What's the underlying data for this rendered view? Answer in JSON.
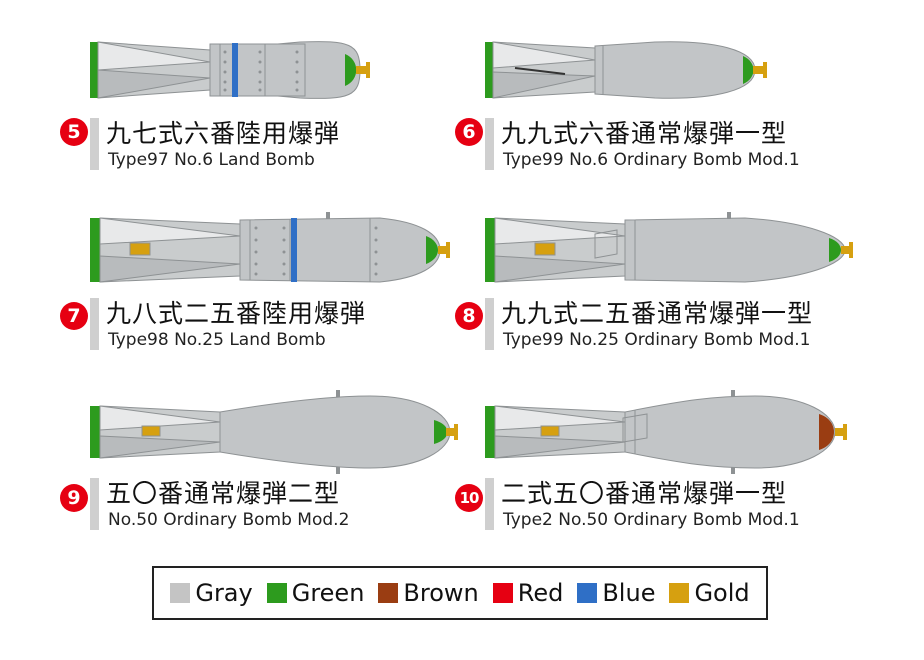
{
  "colors": {
    "gray": "#bfc2c4",
    "gray_dark": "#8e9294",
    "green": "#2d9b1e",
    "brown": "#9a3d12",
    "red": "#e60012",
    "blue": "#2f6fc6",
    "gold": "#d6a010"
  },
  "items": [
    {
      "number": "5",
      "jp": "九七式六番陸用爆弾",
      "en": "Type97 No.6 Land Bomb",
      "nose": "green",
      "band": "blue"
    },
    {
      "number": "6",
      "jp": "九九式六番通常爆弾一型",
      "en": "Type99 No.6 Ordinary Bomb Mod.1",
      "nose": "green",
      "band": ""
    },
    {
      "number": "7",
      "jp": "九八式二五番陸用爆弾",
      "en": "Type98 No.25 Land Bomb",
      "nose": "green",
      "band": "blue"
    },
    {
      "number": "8",
      "jp": "九九式二五番通常爆弾一型",
      "en": "Type99 No.25 Ordinary Bomb Mod.1",
      "nose": "green",
      "band": ""
    },
    {
      "number": "9",
      "jp": "五〇番通常爆弾二型",
      "en": "No.50 Ordinary Bomb Mod.2",
      "nose": "green",
      "band": ""
    },
    {
      "number": "10",
      "jp": "二式五〇番通常爆弾一型",
      "en": "Type2 No.50 Ordinary Bomb Mod.1",
      "nose": "brown",
      "band": ""
    }
  ],
  "legend": [
    {
      "label": "Gray",
      "color": "#c4c4c4"
    },
    {
      "label": "Green",
      "color": "#2d9b1e"
    },
    {
      "label": "Brown",
      "color": "#9a3d12"
    },
    {
      "label": "Red",
      "color": "#e60012"
    },
    {
      "label": "Blue",
      "color": "#2f6fc6"
    },
    {
      "label": "Gold",
      "color": "#d6a010"
    }
  ]
}
